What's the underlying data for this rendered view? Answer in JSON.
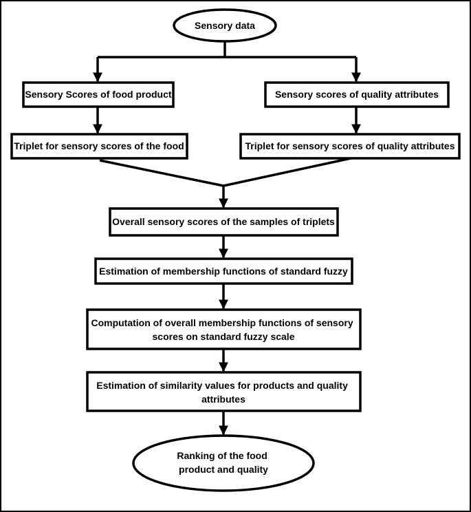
{
  "nodes": {
    "sensory_data": {
      "shape": "ellipse",
      "lines": [
        "Sensory data"
      ]
    },
    "scores_food": {
      "shape": "rect",
      "lines": [
        "Sensory Scores of food product"
      ]
    },
    "scores_quality": {
      "shape": "rect",
      "lines": [
        "Sensory scores of quality attributes"
      ]
    },
    "triplet_food": {
      "shape": "rect",
      "lines": [
        "Triplet for sensory scores of the food"
      ]
    },
    "triplet_quality": {
      "shape": "rect",
      "lines": [
        "Triplet for sensory scores of quality attributes"
      ]
    },
    "overall_scores": {
      "shape": "rect",
      "lines": [
        "Overall sensory scores of the samples of triplets"
      ]
    },
    "membership_estimation": {
      "shape": "rect",
      "lines": [
        "Estimation of membership functions of standard fuzzy"
      ]
    },
    "overall_membership": {
      "shape": "rect",
      "lines": [
        "Computation of overall membership functions of sensory",
        "scores on standard fuzzy scale"
      ]
    },
    "similarity_values": {
      "shape": "rect",
      "lines": [
        "Estimation of similarity values for products and quality",
        "attributes"
      ]
    },
    "ranking": {
      "shape": "ellipse",
      "lines": [
        "Ranking of the food",
        "product and quality"
      ]
    }
  },
  "edges": [
    {
      "from": "sensory_data",
      "to": "scores_food"
    },
    {
      "from": "sensory_data",
      "to": "scores_quality"
    },
    {
      "from": "scores_food",
      "to": "triplet_food"
    },
    {
      "from": "scores_quality",
      "to": "triplet_quality"
    },
    {
      "from": "triplet_food",
      "to": "overall_scores"
    },
    {
      "from": "triplet_quality",
      "to": "overall_scores"
    },
    {
      "from": "overall_scores",
      "to": "membership_estimation"
    },
    {
      "from": "membership_estimation",
      "to": "overall_membership"
    },
    {
      "from": "overall_membership",
      "to": "similarity_values"
    },
    {
      "from": "similarity_values",
      "to": "ranking"
    }
  ],
  "colors": {
    "stroke": "#000000",
    "fill": "#ffffff",
    "text": "#000000"
  }
}
